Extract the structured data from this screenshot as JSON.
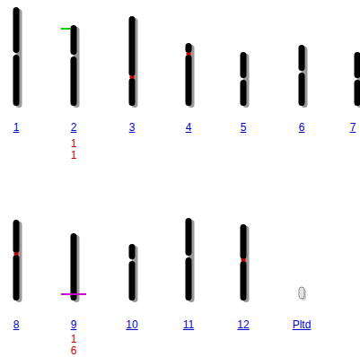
{
  "diagram": {
    "labels": [
      "1",
      "2",
      "3",
      "4",
      "5",
      "6",
      "7",
      "1",
      "1",
      "8",
      "9",
      "10",
      "11",
      "12",
      "Pltd",
      "1",
      "6"
    ]
  }
}
